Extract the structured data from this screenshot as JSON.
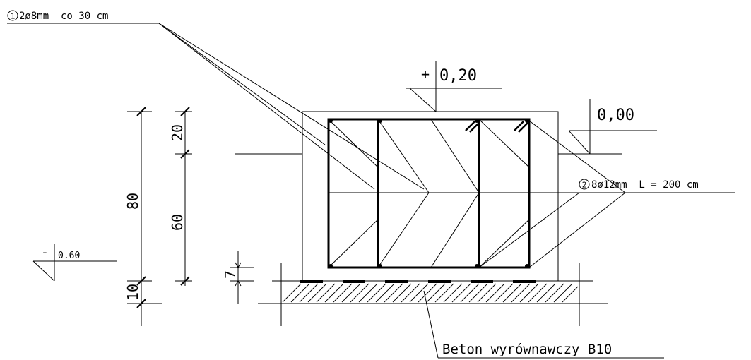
{
  "labels": {
    "stirrup_mark": "1",
    "stirrup_spec": "2ø8mm  co 30 cm",
    "main_bar_mark": "2",
    "main_bar_spec": "8ø12mm  L = 200 cm",
    "blinding_concrete": "Beton wyrównawczy B10"
  },
  "levels": {
    "top_level": "0,20",
    "top_level_sign": "+",
    "ground_level": "0,00",
    "bottom_level": "0.60",
    "bottom_level_sign": "-"
  },
  "dimensions": {
    "total_height": "80",
    "cover_top": "20",
    "lower_part": "60",
    "blinding_thickness": "10",
    "bar_cover": "7"
  }
}
